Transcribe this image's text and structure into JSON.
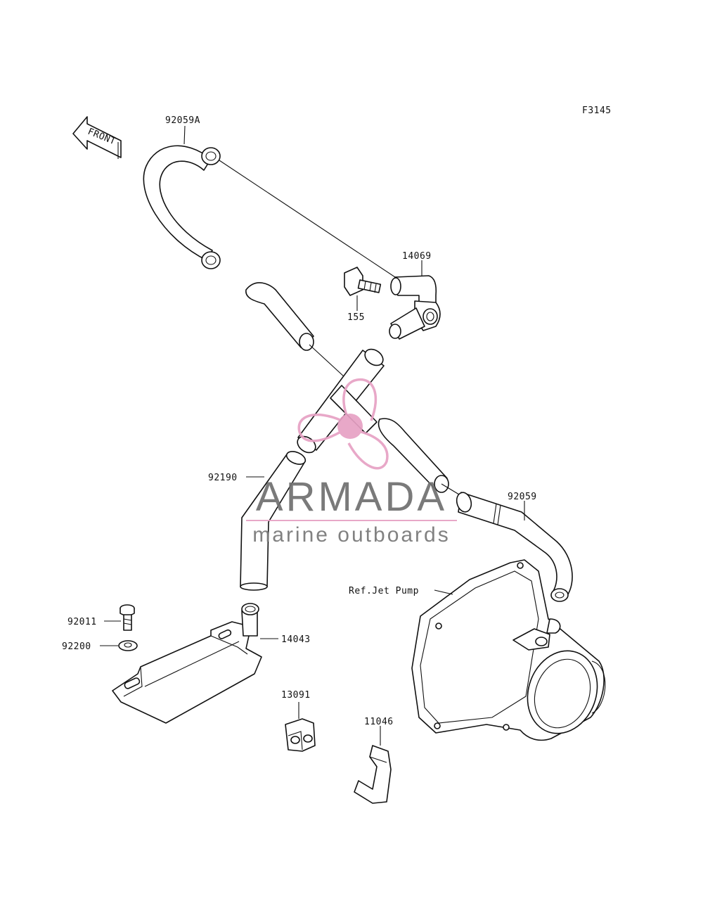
{
  "diagram": {
    "code": "F3145",
    "front_arrow": "FRONT",
    "callouts": {
      "p92059A": "92059A",
      "p14069": "14069",
      "p155": "155",
      "p92190": "92190",
      "p92059": "92059",
      "ref_jet_pump": "Ref.Jet Pump",
      "p92011": "92011",
      "p92200": "92200",
      "p14043": "14043",
      "p13091": "13091",
      "p11046": "11046"
    }
  },
  "watermark": {
    "brand": "ARMADA",
    "tagline": "marine outboards",
    "accent_color": "#e7a1c4",
    "text_color": "#6f6f6f"
  }
}
